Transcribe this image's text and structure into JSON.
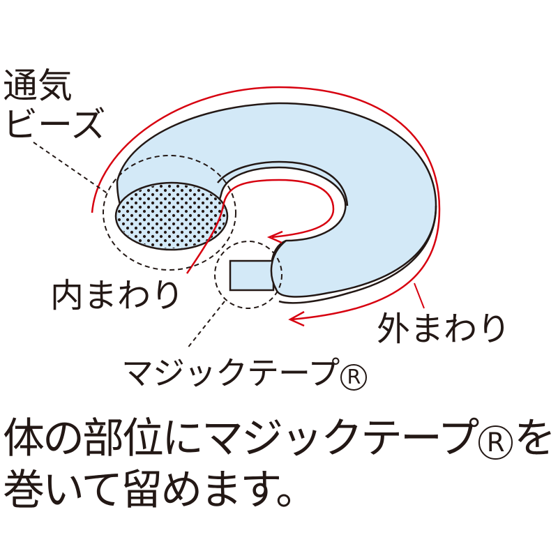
{
  "diagram": {
    "title": "Neck pillow wrap diagram",
    "colors": {
      "pillow_fill": "#d3e9f7",
      "outline": "#231815",
      "arrow": "#d7000f",
      "background": "#ffffff"
    }
  },
  "labels": {
    "beads_line1": "通気",
    "beads_line2": "ビーズ",
    "inner": "内まわり",
    "outer": "外まわり",
    "tape": "マジックテープ",
    "tape_reg": "R"
  },
  "caption": {
    "line1_a": "体の部位にマジックテープ",
    "line1_reg": "R",
    "line1_b": "を",
    "line2": "巻いて留めます。"
  }
}
